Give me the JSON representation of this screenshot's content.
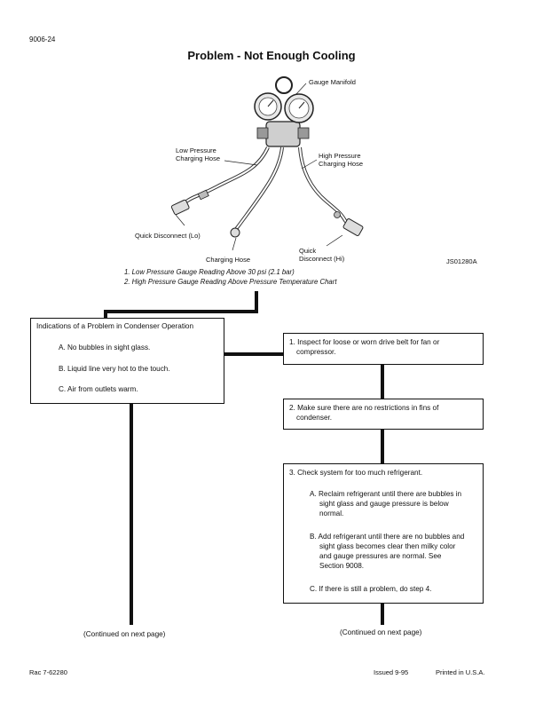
{
  "header": {
    "page_code": "9006-24"
  },
  "title": "Problem - Not Enough Cooling",
  "figure": {
    "labels": {
      "gauge_manifold": "Gauge Manifold",
      "low_hose_1": "Low Pressure",
      "low_hose_2": "Charging Hose",
      "high_hose_1": "High Pressure",
      "high_hose_2": "Charging Hose",
      "qd_lo": "Quick Disconnect (Lo)",
      "charging_hose": "Charging Hose",
      "qd_hi_1": "Quick",
      "qd_hi_2": "Disconnect (Hi)",
      "figure_id": "JS01280A"
    },
    "captions": [
      "1. Low Pressure Gauge Reading Above 30 psi (2.1 bar)",
      "2. High Pressure Gauge Reading Above Pressure Temperature Chart"
    ]
  },
  "indications": {
    "heading": "Indications of a Problem in Condenser Operation",
    "items": [
      "A. No bubbles in sight glass.",
      "B. Liquid line very hot to the touch.",
      "C. Air from outlets warm."
    ]
  },
  "steps": {
    "step1": {
      "line1": "1. Inspect for loose or worn drive belt for fan or",
      "line2": "compressor."
    },
    "step2": {
      "line1": "2. Make sure there are no restrictions in fins of",
      "line2": "condenser."
    },
    "step3": {
      "heading": "3. Check system for too much refrigerant.",
      "a": [
        "A. Reclaim refrigerant until there are bubbles in",
        "sight glass and gauge pressure is below",
        "normal."
      ],
      "b": [
        "B. Add refrigerant until there are no bubbles and",
        "sight glass becomes clear then milky color",
        "and gauge pressures are normal. See",
        "Section 9008."
      ],
      "c": "C. If there is still a problem, do step 4."
    }
  },
  "continued": {
    "left": "(Continued on next page)",
    "right": "(Continued on next page)"
  },
  "footer": {
    "left": "Rac 7-62280",
    "issued": "Issued 9-95",
    "printed": "Printed in U.S.A."
  }
}
